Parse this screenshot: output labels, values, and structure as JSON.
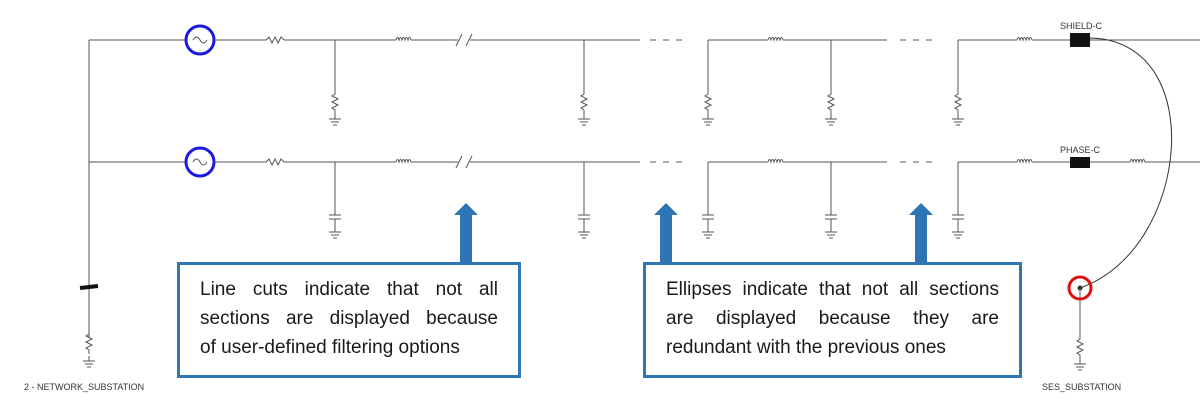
{
  "labels": {
    "source_station": "2 - NETWORK_SUBSTATION",
    "ses_station": "SES_SUBSTATION",
    "shield_conductor": "SHIELD-C",
    "phase_conductor": "PHASE-C"
  },
  "callouts": {
    "line_cuts": {
      "line1": "Line cuts indicate that not all",
      "line2": "sections are displayed because",
      "line3": "of user-defined filtering options"
    },
    "ellipses": {
      "line1": "Ellipses indicate that not all sections",
      "line2": "are displayed because they are",
      "line3": "redundant with the previous ones"
    }
  },
  "colors": {
    "wire": "#555555",
    "source_ring": "#1a1adf",
    "fault_ring": "#e01010",
    "callout_border": "#2e75b6",
    "arrow": "#2e75b6"
  }
}
